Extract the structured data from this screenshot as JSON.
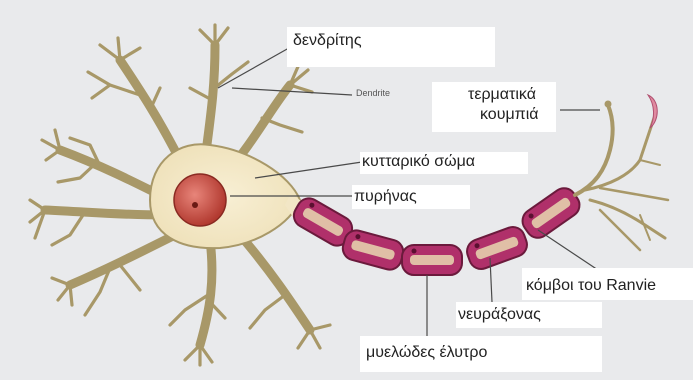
{
  "labels": {
    "dendrites": "δενδρίτης",
    "dendrite_en": "Dendrite",
    "terminals_line1": "τερματικά",
    "terminals_line2": "κουμπιά",
    "cell_body": "κυτταρικό σώμα",
    "nucleus": "πυρήνας",
    "nodes_of_ranvier": "κόμβοι του Ranvie",
    "axon": "νευράξονας",
    "myelin_sheath": "μυελώδες έλυτρο"
  },
  "colors": {
    "background": "#e9eaec",
    "neuron_fill": "#f2e6c6",
    "neuron_stroke": "#a89868",
    "nucleus": "#c8463c",
    "myelin": "#b0306a",
    "myelin_inner": "#e0bfa6",
    "terminal_bouton": "#e08aa0"
  }
}
